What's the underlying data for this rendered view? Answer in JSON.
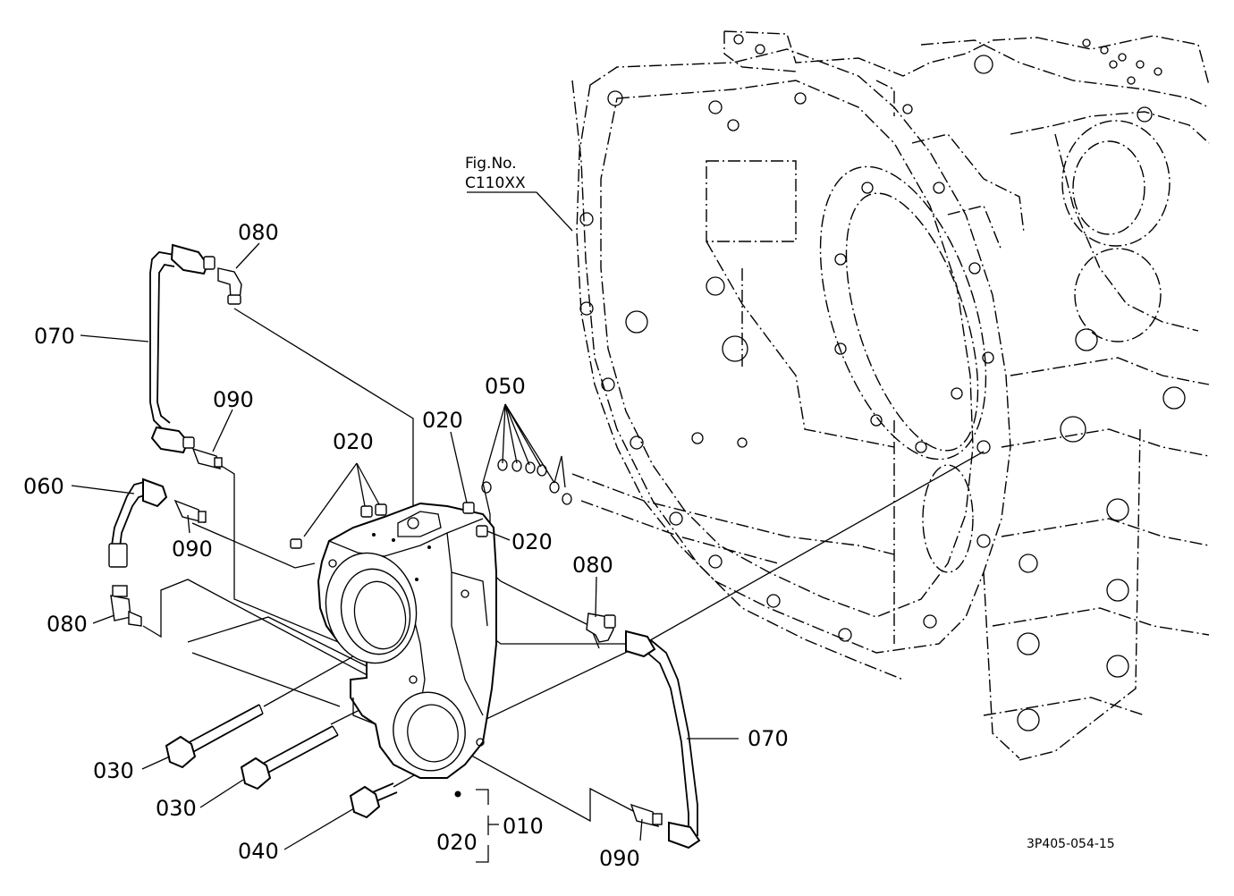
{
  "figure_ref": {
    "line1": "Fig.No.",
    "line2": "C110XX"
  },
  "drawing_code": "3P405-054-15",
  "labels": {
    "p010": "010",
    "p020": "020",
    "p030": "030",
    "p040": "040",
    "p050": "050",
    "p060": "060",
    "p070": "070",
    "p080": "080",
    "p090": "090"
  }
}
